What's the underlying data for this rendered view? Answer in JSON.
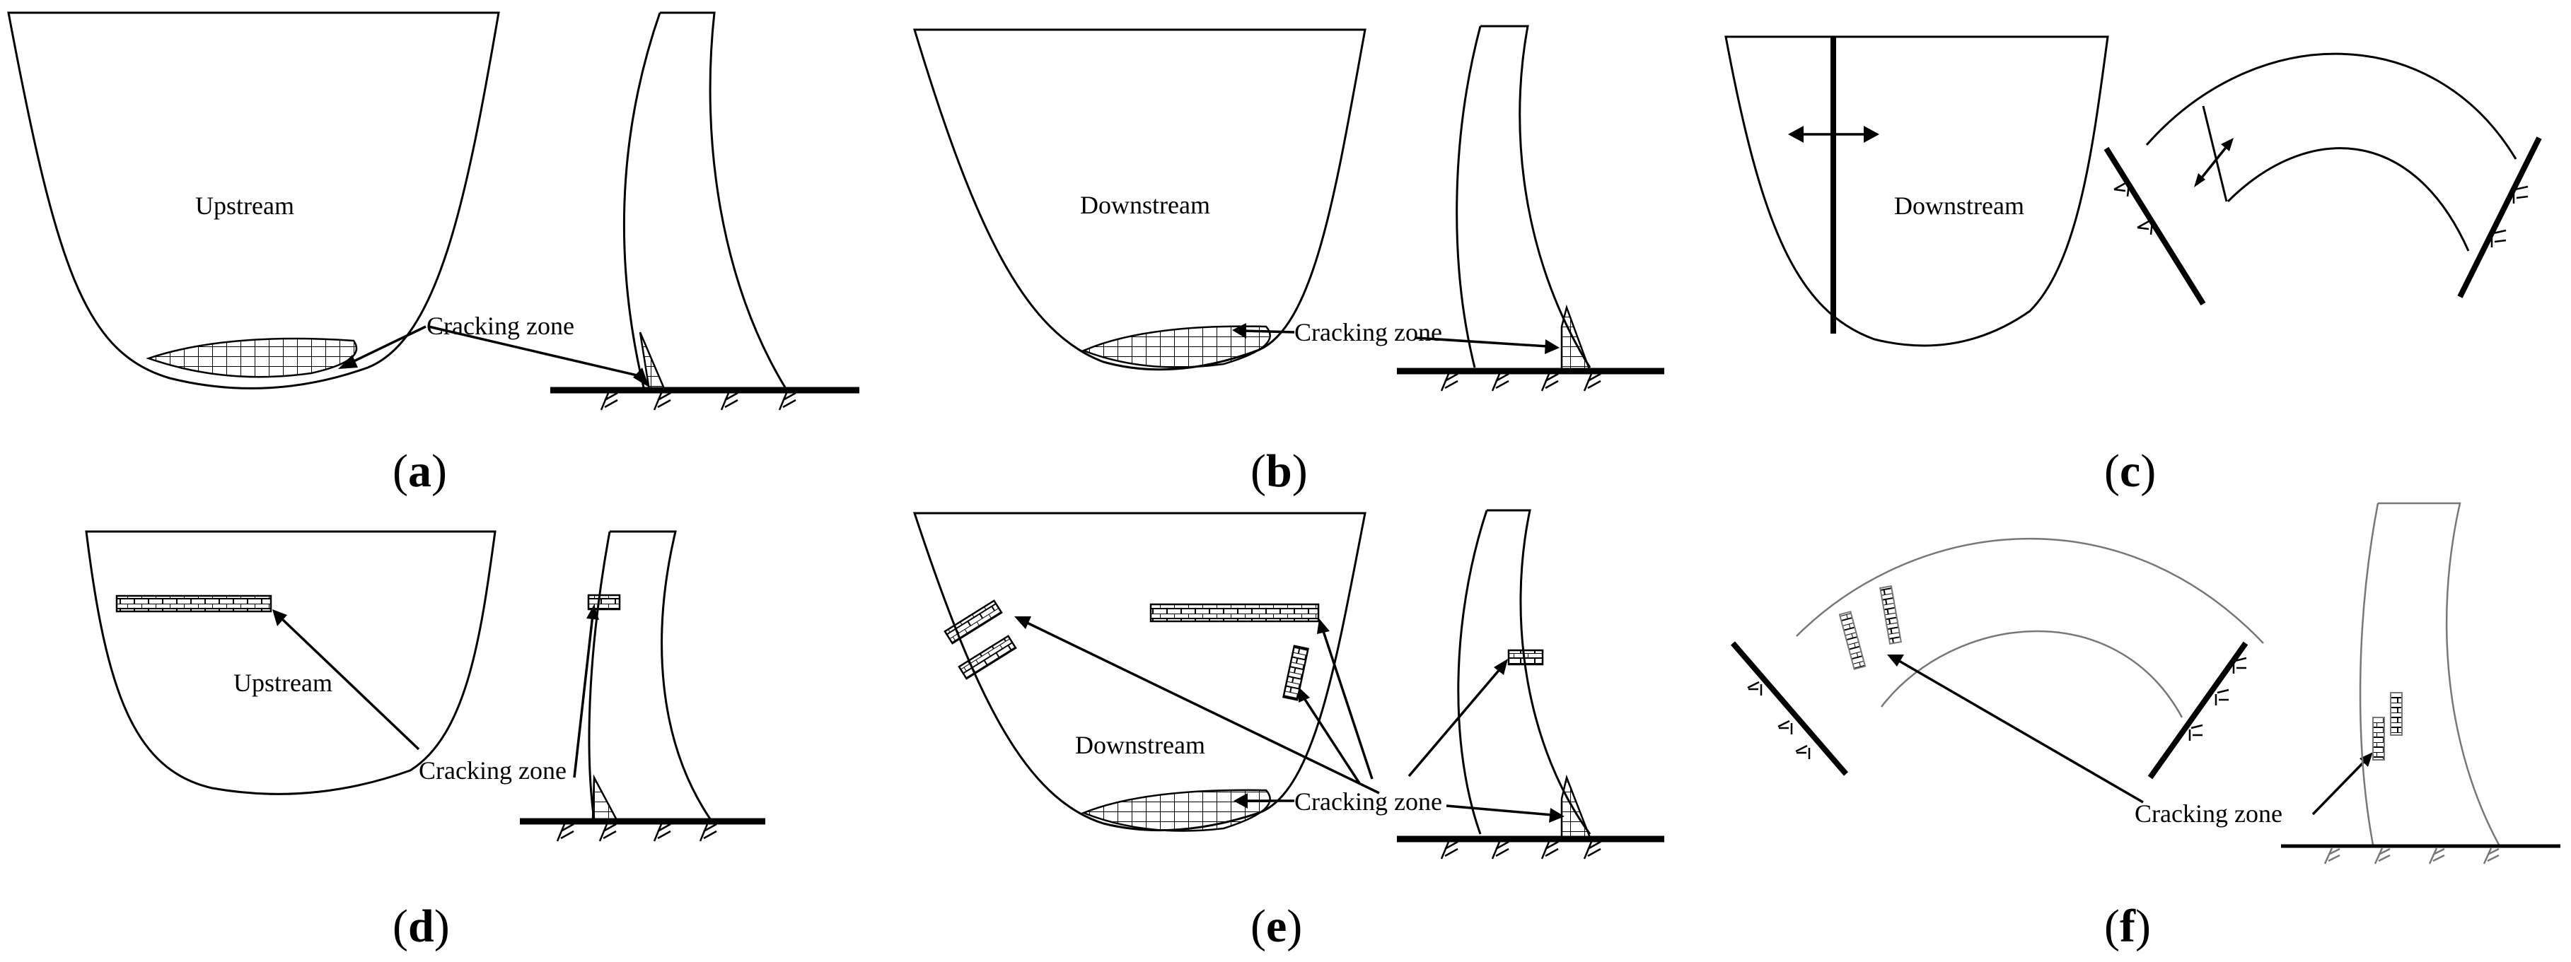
{
  "panels": {
    "a": {
      "caption": "a",
      "face_label": "Upstream",
      "crack_label": "Cracking zone"
    },
    "b": {
      "caption": "b",
      "face_label": "Downstream",
      "crack_label": "Cracking zone"
    },
    "c": {
      "caption": "c",
      "face_label": "Downstream"
    },
    "d": {
      "caption": "d",
      "face_label": "Upstream",
      "crack_label": "Cracking zone"
    },
    "e": {
      "caption": "e",
      "face_label": "Downstream",
      "crack_label": "Cracking zone"
    },
    "f": {
      "caption": "f",
      "crack_label": "Cracking zone"
    }
  }
}
